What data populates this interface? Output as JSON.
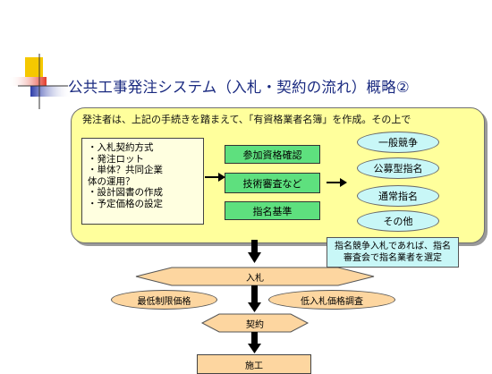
{
  "title": "公共工事発注システム（入札・契約の流れ）概略②",
  "panel": {
    "heading": "発注者は、上記の手続きを踏まえて、「有資格業者名簿」を作成。その上で"
  },
  "left_list": [
    "・入札契約方式",
    "・発注ロット",
    "・単体？共同企業",
    "体の運用？",
    "・設計図書の作成",
    "・予定価格の設定"
  ],
  "criteria": [
    "参加資格確認",
    "技術審査など",
    "指名基準"
  ],
  "methods": [
    "一般競争",
    "公募型指名",
    "通常指名",
    "その他"
  ],
  "callout": [
    "指名競争入札であれば、指名",
    "審査会で指名業者を選定"
  ],
  "flow": {
    "bid": "入札",
    "min_price": "最低制限価格",
    "low_bid_survey": "低入札価格調査",
    "contract": "契約",
    "construction": "施工"
  },
  "colors": {
    "title": "#1a2a80",
    "panel": "#ffff9c",
    "green": "#5ee07e",
    "oval": "#c8f7f7",
    "orange": "#fdd6a0"
  }
}
